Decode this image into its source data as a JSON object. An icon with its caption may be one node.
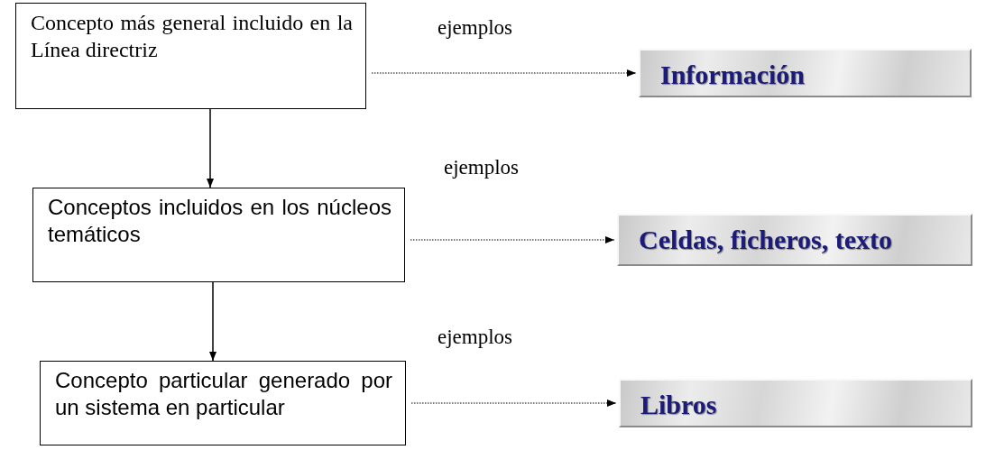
{
  "diagram": {
    "nodes": [
      {
        "text": [
          "Concepto más general incluido en la Línea directriz"
        ]
      },
      {
        "text": [
          "Información"
        ]
      },
      {
        "text": [
          "Conceptos incluidos en los núcleos temáticos"
        ]
      },
      {
        "text": [
          "Celdas, ficheros, texto"
        ]
      },
      {
        "text": [
          "Concepto particular generado por un sistema en particular"
        ]
      },
      {
        "text": [
          "Libros"
        ]
      }
    ],
    "edges": [
      {
        "from": 0,
        "to": 1,
        "arrow": "to",
        "label": "ejemplos",
        "style": "dashed"
      },
      {
        "from": 0,
        "to": 2,
        "arrow": "to"
      },
      {
        "from": 2,
        "to": 3,
        "arrow": "to",
        "label": "ejemplos",
        "style": "dashed"
      },
      {
        "from": 2,
        "to": 4,
        "arrow": "to"
      },
      {
        "from": 4,
        "to": 5,
        "arrow": "to",
        "label": "ejemplos",
        "style": "dashed"
      }
    ]
  }
}
